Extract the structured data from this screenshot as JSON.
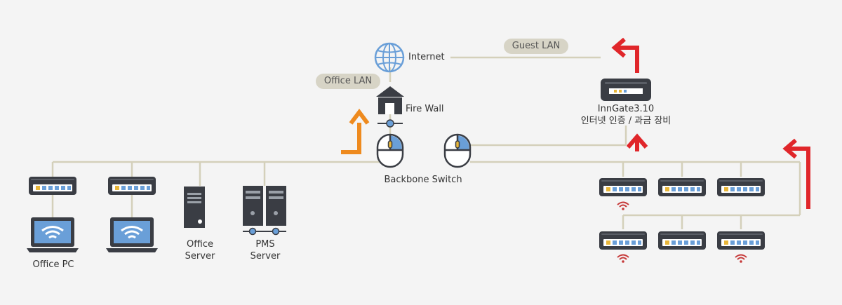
{
  "labels": {
    "internet": "Internet",
    "guest_lan": "Guest LAN",
    "office_lan": "Office LAN",
    "firewall": "Fire Wall",
    "backbone": "Backbone Switch",
    "inngate_line1": "InnGate3.10",
    "inngate_line2": "인터넷 인증 / 과금 장비",
    "office_pc": "Office PC",
    "office_server_l1": "Office",
    "office_server_l2": "Server",
    "pms_server_l1": "PMS",
    "pms_server_l2": "Server"
  },
  "colors": {
    "background": "#f4f4f4",
    "line": "#d4d0ba",
    "device_dark": "#3a3d44",
    "accent_blue": "#6a9fd8",
    "port_yellow": "#e8b63a",
    "arrow_red": "#e0262a",
    "arrow_orange": "#ee8a1e",
    "wifi_red": "#c63a3a",
    "pill": "#d7d4c6"
  },
  "icons": [
    "globe-icon",
    "firewall-house-icon",
    "switch-icon",
    "mouse-icon",
    "laptop-icon",
    "tower-server-icon",
    "wifi-icon",
    "arrow-up-icon"
  ]
}
